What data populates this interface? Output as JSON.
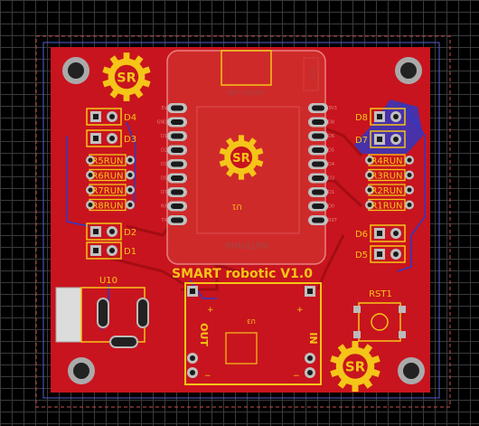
{
  "colors": {
    "board": "#c8141e",
    "silkscreen": "#f5c518",
    "trace_top": "#b01016",
    "trace_bottom": "#2a3acc",
    "pad": "#c0c0c0",
    "esp_body": "#cf2a2a"
  },
  "board": {
    "title": "SMART robotic V1.0"
  },
  "esp32": {
    "ref": "U1",
    "usb_label": "MICRO USB",
    "reset_label": "RESET",
    "antenna_label": "ANTENNA",
    "pins_left": [
      "5V",
      "GND",
      "D1",
      "D2",
      "D3",
      "D5",
      "D7",
      "RX",
      "TX"
    ],
    "pins_right": [
      "3V3",
      "D8",
      "D6",
      "D5",
      "D4",
      "D3",
      "D1",
      "D0",
      "RST"
    ]
  },
  "leds_left": [
    "D4",
    "D3",
    "D2",
    "D1"
  ],
  "leds_right": [
    "D8",
    "D7",
    "D6",
    "D5"
  ],
  "run_left": [
    "R5RUN",
    "R6RUN",
    "R7RUN",
    "R8RUN"
  ],
  "run_right": [
    "R4RUN",
    "R3RUN",
    "R2RUN",
    "R1RUN"
  ],
  "regulator": {
    "ref": "U10"
  },
  "dcdc": {
    "ref": "U3",
    "in_label": "IN",
    "out_label": "OUT",
    "plus": "+",
    "minus": "−"
  },
  "reset_button": {
    "ref": "RST1"
  },
  "logos": [
    {
      "text": "SR",
      "icon": "gear-logo-icon"
    },
    {
      "text": "SR",
      "icon": "gear-logo-icon"
    },
    {
      "text": "SR",
      "icon": "gear-logo-icon"
    }
  ]
}
